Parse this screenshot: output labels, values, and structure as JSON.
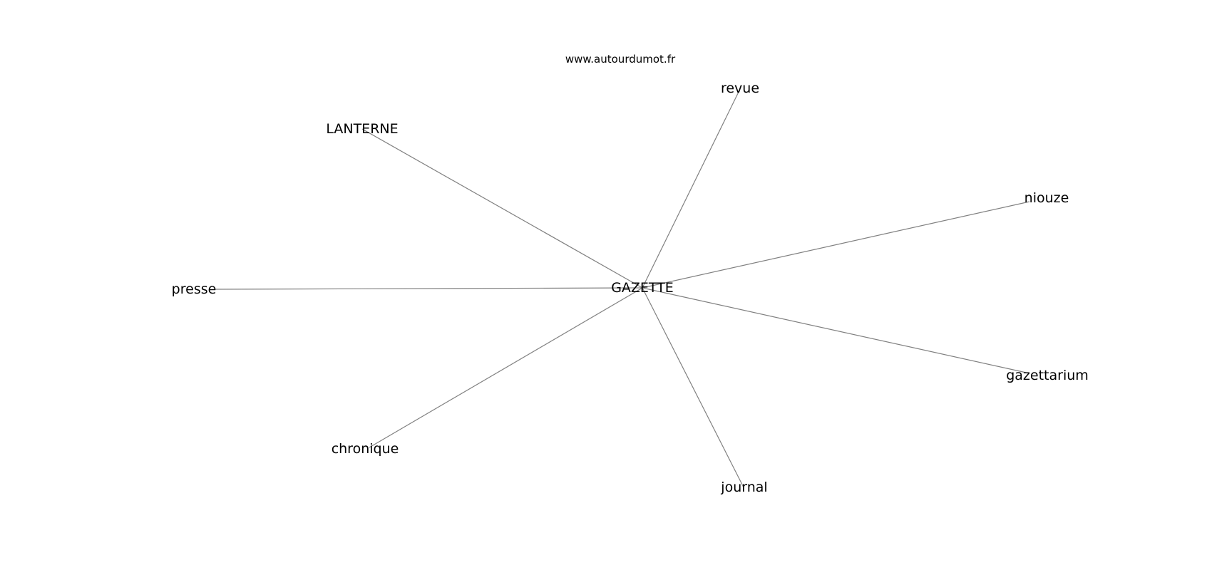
{
  "watermark": "www.autourdumot.fr",
  "center": {
    "label": "GAZETTE"
  },
  "nodes": [
    {
      "id": "revue",
      "label": "revue"
    },
    {
      "id": "lanterne",
      "label": "LANTERNE"
    },
    {
      "id": "niouze",
      "label": "niouze"
    },
    {
      "id": "presse",
      "label": "presse"
    },
    {
      "id": "gazettarium",
      "label": "gazettarium"
    },
    {
      "id": "chronique",
      "label": "chronique"
    },
    {
      "id": "journal",
      "label": "journal"
    }
  ],
  "colors": {
    "edge": "#808080",
    "text": "#000000",
    "background": "#ffffff"
  }
}
